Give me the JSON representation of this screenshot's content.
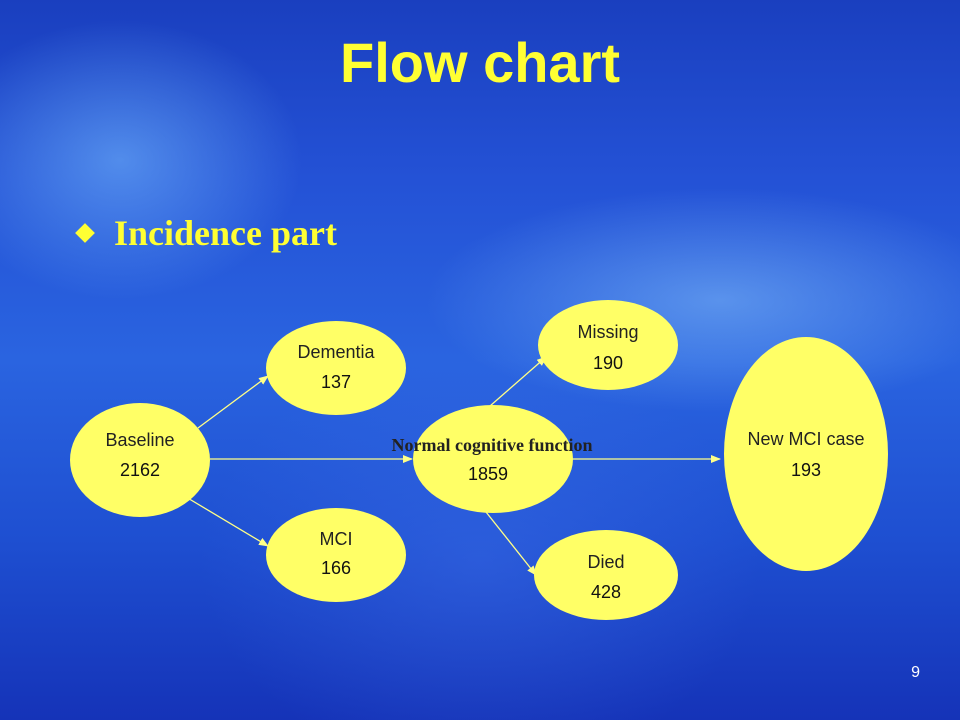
{
  "title": "Flow chart",
  "bullet": "Incidence part",
  "nodes": {
    "baseline": {
      "label": "Baseline",
      "value": "2162"
    },
    "dementia": {
      "label": "Dementia",
      "value": "137"
    },
    "mci": {
      "label": "MCI",
      "value": "166"
    },
    "normal": {
      "label": "Normal cognitive function",
      "value": "1859"
    },
    "missing": {
      "label": "Missing",
      "value": "190"
    },
    "died": {
      "label": "Died",
      "value": "428"
    },
    "new_mci": {
      "label": "New MCI case",
      "value": "193"
    }
  },
  "page_number": "9",
  "colors": {
    "title": "#ffff33",
    "node_fill": "#ffff66",
    "arrow": "#ffff88"
  }
}
